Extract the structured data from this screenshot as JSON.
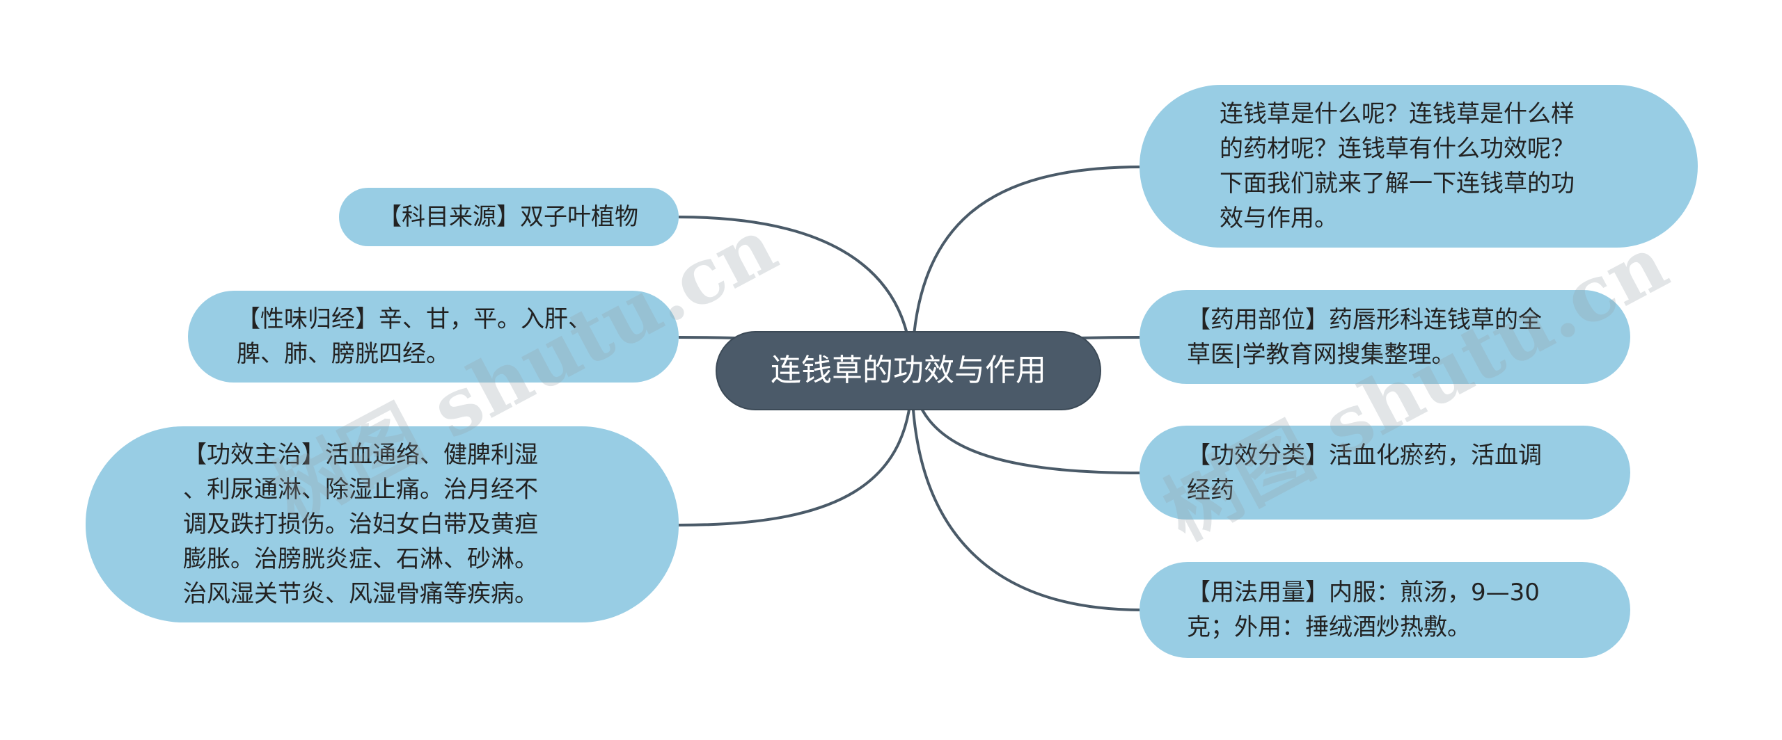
{
  "center": {
    "title": "连钱草的功效与作用"
  },
  "left_nodes": [
    {
      "text": "【科目来源】双子叶植物"
    },
    {
      "text": "【性味归经】辛、甘，平。入肝、\n脾、肺、膀胱四经。"
    },
    {
      "text": "【功效主治】活血通络、健脾利湿\n、利尿通淋、除湿止痛。治月经不\n调及跌打损伤。治妇女白带及黄疸\n膨胀。治膀胱炎症、石淋、砂淋。\n治风湿关节炎、风湿骨痛等疾病。"
    }
  ],
  "right_nodes": [
    {
      "text": "连钱草是什么呢？连钱草是什么样\n的药材呢？连钱草有什么功效呢？\n下面我们就来了解一下连钱草的功\n效与作用。"
    },
    {
      "text": "【药用部位】药唇形科连钱草的全\n草医|学教育网搜集整理。"
    },
    {
      "text": "【功效分类】活血化瘀药，活血调\n经药"
    },
    {
      "text": "【用法用量】内服：煎汤，9—30\n克；外用：捶绒酒炒热敷。"
    }
  ],
  "watermarks": [
    "树图 shutu.cn",
    "树图 shutu.cn"
  ],
  "colors": {
    "node_bg": "#98cde4",
    "center_bg": "#4b5a69",
    "edge": "#4a5a68"
  }
}
